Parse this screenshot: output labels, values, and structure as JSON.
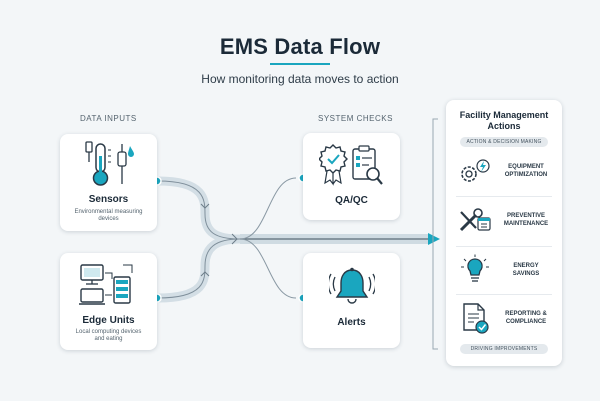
{
  "header": {
    "title": "EMS Data Flow",
    "subtitle": "How monitoring data moves to action"
  },
  "inputs": {
    "section_label": "DATA INPUTS",
    "sensors": {
      "title": "Sensors",
      "description": "Environmental measuring devices",
      "icon": "thermometer-sensor-icon"
    },
    "edge_units": {
      "title": "Edge Units",
      "description": "Local computing devices and eating",
      "icon": "server-computer-icon"
    }
  },
  "checks": {
    "section_label": "SYSTEM CHECKS",
    "qaqc": {
      "title": "QA/QC",
      "icon": "badge-clipboard-icon"
    },
    "alerts": {
      "title": "Alerts",
      "icon": "bell-icon"
    }
  },
  "actions_panel": {
    "title_line1": "Facility Management",
    "title_line2": "Actions",
    "top_pill": "ACTION & DECISION MAKING",
    "items": [
      {
        "label_line1": "EQUIPMENT",
        "label_line2": "OPTIMIZATION",
        "icon": "gear-bolt-icon"
      },
      {
        "label_line1": "PREVENTIVE",
        "label_line2": "MAINTENANCE",
        "icon": "wrench-calendar-icon"
      },
      {
        "label_line1": "ENERGY",
        "label_line2": "SAVINGS",
        "icon": "lightbulb-icon"
      },
      {
        "label_line1": "REPORTING &",
        "label_line2": "COMPLIANCE",
        "icon": "report-check-icon"
      }
    ],
    "bottom_pill": "DRIVING IMPROVEMENTS"
  },
  "colors": {
    "accent": "#1aa6bf",
    "flow": "#c9d6de",
    "text": "#1b2a38"
  }
}
